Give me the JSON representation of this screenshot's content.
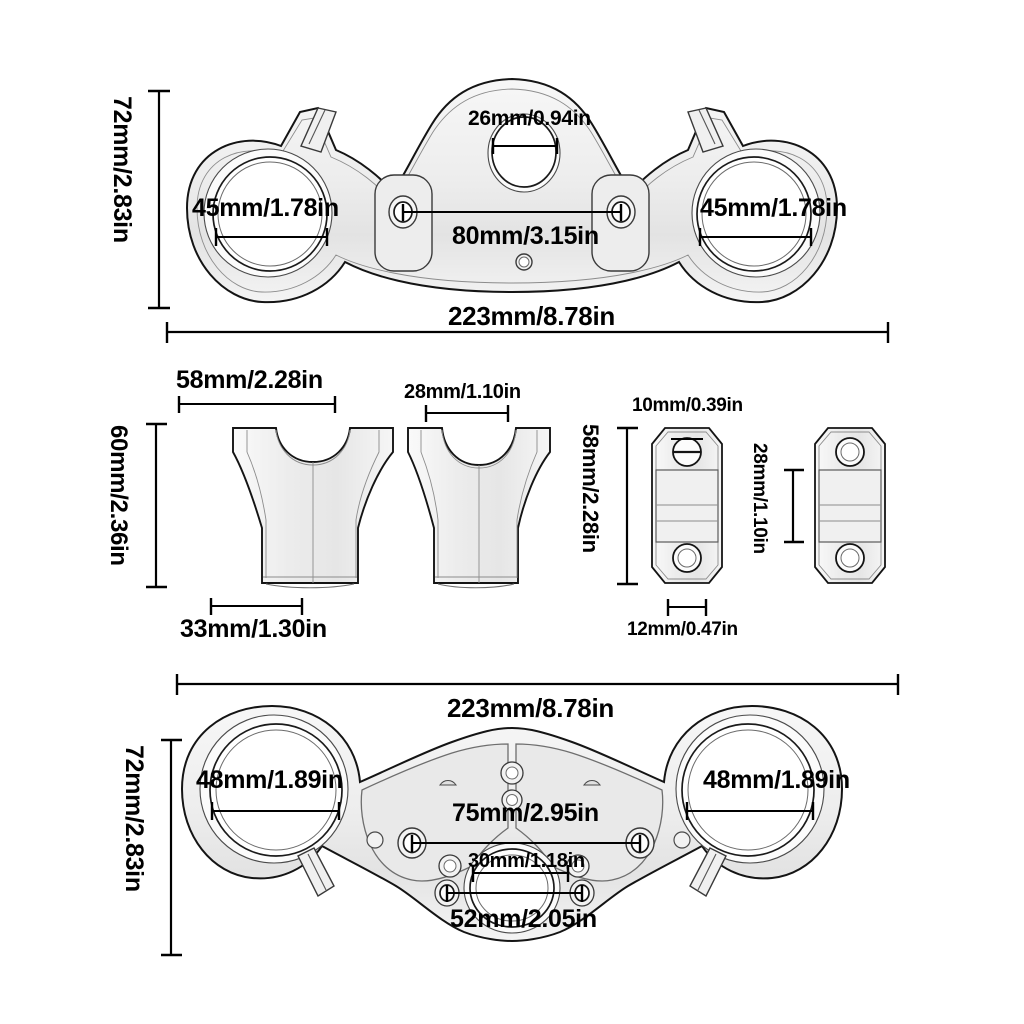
{
  "document": {
    "type": "technical-dimension-drawing",
    "subject": "motorcycle-triple-clamp-set",
    "background_color": "#ffffff",
    "line_color": "#000000",
    "part_fill_color": "#f2f2f2"
  },
  "sections": {
    "top_clamp": {
      "name": "upper-triple-clamp",
      "dimensions": {
        "height": "72mm/2.83in",
        "width": "223mm/8.78in",
        "left_fork_bore": "45mm/1.78in",
        "right_fork_bore": "45mm/1.78in",
        "stem_hole": "26mm/0.94in",
        "riser_spacing": "80mm/3.15in"
      }
    },
    "risers": {
      "name": "handlebar-risers",
      "dimensions": {
        "height": "60mm/2.36in",
        "left_top_width": "58mm/2.28in",
        "left_bottom_width": "33mm/1.30in",
        "right_top_width": "28mm/1.10in"
      }
    },
    "clamps": {
      "name": "handlebar-clamp-caps",
      "dimensions": {
        "height": "58mm/2.28in",
        "top_width": "10mm/0.39in",
        "bottom_width": "12mm/0.47in",
        "inner_height": "28mm/1.10in"
      }
    },
    "bottom_clamp": {
      "name": "lower-triple-clamp",
      "dimensions": {
        "width": "223mm/8.78in",
        "height": "72mm/2.83in",
        "left_fork_bore": "48mm/1.89in",
        "right_fork_bore": "48mm/1.89in",
        "bolt_spacing_upper": "75mm/2.95in",
        "stem_hole": "30mm/1.18in",
        "bolt_spacing_lower": "52mm/2.05in"
      }
    }
  },
  "labels": [
    {
      "id": "t-height",
      "text": "72mm/2.83in",
      "orient": "vertical"
    },
    {
      "id": "t-bore-left",
      "text": "45mm/1.78in",
      "orient": "horizontal"
    },
    {
      "id": "t-stem",
      "text": "26mm/0.94in",
      "orient": "horizontal"
    },
    {
      "id": "t-bore-right",
      "text": "45mm/1.78in",
      "orient": "horizontal"
    },
    {
      "id": "t-riser-span",
      "text": "80mm/3.15in",
      "orient": "horizontal"
    },
    {
      "id": "t-width",
      "text": "223mm/8.78in",
      "orient": "horizontal"
    },
    {
      "id": "m-riser-h",
      "text": "60mm/2.36in",
      "orient": "vertical"
    },
    {
      "id": "m-riser-top",
      "text": "58mm/2.28in",
      "orient": "horizontal"
    },
    {
      "id": "m-riser-bot",
      "text": "33mm/1.30in",
      "orient": "horizontal"
    },
    {
      "id": "m-riser2-top",
      "text": "28mm/1.10in",
      "orient": "horizontal"
    },
    {
      "id": "m-clamp-h",
      "text": "58mm/2.28in",
      "orient": "vertical"
    },
    {
      "id": "m-clamp-top",
      "text": "10mm/0.39in",
      "orient": "horizontal"
    },
    {
      "id": "m-clamp-bot",
      "text": "12mm/0.47in",
      "orient": "horizontal"
    },
    {
      "id": "m-clamp2-h",
      "text": "28mm/1.10in",
      "orient": "vertical"
    },
    {
      "id": "b-width",
      "text": "223mm/8.78in",
      "orient": "horizontal"
    },
    {
      "id": "b-height",
      "text": "72mm/2.83in",
      "orient": "vertical"
    },
    {
      "id": "b-bore-left",
      "text": "48mm/1.89in",
      "orient": "horizontal"
    },
    {
      "id": "b-bore-right",
      "text": "48mm/1.89in",
      "orient": "horizontal"
    },
    {
      "id": "b-bolt-upper",
      "text": "75mm/2.95in",
      "orient": "horizontal"
    },
    {
      "id": "b-stem",
      "text": "30mm/1.18in",
      "orient": "horizontal"
    },
    {
      "id": "b-bolt-lower",
      "text": "52mm/2.05in",
      "orient": "horizontal"
    }
  ]
}
